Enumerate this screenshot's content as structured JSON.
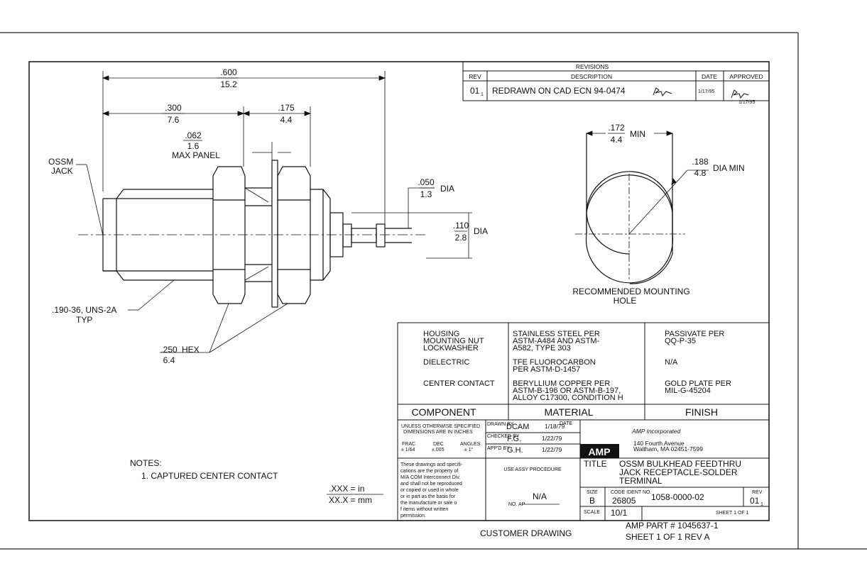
{
  "revisions": {
    "title": "REVISIONS",
    "headers": {
      "rev": "REV",
      "description": "DESCRIPTION",
      "date": "DATE",
      "approved": "APPROVED"
    },
    "row": {
      "rev": "01",
      "rev_sub": "1",
      "description": "REDRAWN ON CAD ECN 94-0474",
      "date": "1/17/95",
      "approved_date": "1/17/95"
    }
  },
  "dims": {
    "overall_in": ".600",
    "overall_mm": "15.2",
    "left_in": ".300",
    "left_mm": "7.6",
    "right_in": ".175",
    "right_mm": "4.4",
    "panel_in": ".062",
    "panel_mm": "1.6",
    "panel_label": "MAX PANEL",
    "pin_in": ".050",
    "pin_mm": "1.3",
    "pin_unit": "DIA",
    "dia_in": ".110",
    "dia_mm": "2.8",
    "dia_unit": "DIA",
    "thread_1": ".190-36, UNS-2A",
    "thread_2": "TYP",
    "hex_in": ".250",
    "hex_mm": "6.4",
    "hex_label": "HEX",
    "jack_1": "OSSM",
    "jack_2": "JACK"
  },
  "hole": {
    "width_in": ".172",
    "width_mm": "4.4",
    "width_label": "MIN",
    "dia_in": ".188",
    "dia_mm": "4.8",
    "dia_label": "DIA MIN",
    "caption_1": "RECOMMENDED MOUNTING",
    "caption_2": "HOLE"
  },
  "materials": {
    "rows": [
      {
        "component": [
          "HOUSING",
          "MOUNTING NUT",
          "LOCKWASHER"
        ],
        "material": [
          "STAINLESS STEEL PER",
          "ASTM-A484 AND ASTM-",
          "A582, TYPE 303"
        ],
        "finish": [
          "PASSIVATE PER",
          "QQ-P-35"
        ]
      },
      {
        "component": [
          "DIELECTRIC"
        ],
        "material": [
          "TFE FLUOROCARBON",
          "PER ASTM-D-1457"
        ],
        "finish": [
          "N/A"
        ]
      },
      {
        "component": [
          "CENTER CONTACT"
        ],
        "material": [
          "BERYLLIUM COPPER PER",
          "ASTM-B-196 OR ASTM-B-197,",
          "ALLOY C17300, CONDITION H"
        ],
        "finish": [
          "GOLD PLATE PER",
          "MIL-G-45204"
        ]
      }
    ],
    "headers": {
      "component": "COMPONENT",
      "material": "MATERIAL",
      "finish": "FINISH"
    }
  },
  "title_block": {
    "tolerance": [
      "UNLESS OTHERWISE SPECIFIED",
      "DIMENSIONS ARE IN INCHES"
    ],
    "tol_headers": [
      "FRAC",
      "DEC",
      "ANGLES"
    ],
    "tol_values": [
      "± 1/64",
      "±.005",
      "± 1°"
    ],
    "drawn_label": "DRAWN BY",
    "drawn_by": "DCAM",
    "drawn_date": "1/18/79",
    "date_label": "DATE",
    "checked_label": "CHECKED BY",
    "checked_by": "F.G.",
    "checked_date": "1/22/79",
    "approved_label": "APP'D BY",
    "approved_by": "G.H.",
    "approved_date": "1/22/79",
    "logo": "AMP",
    "company": "AMP Incorporated",
    "address_1": "140 Fourth Avenue",
    "address_2": "Waltham, MA 02451-7599",
    "notice": [
      "These drawings and specifi-",
      "cations are the property of",
      "M/A COM Interconnect Div.",
      "and shall not be reproduced",
      "or copied or used in whole",
      "or in part as the basis for",
      "the manufacture or sale o",
      "f items without written",
      "permission."
    ],
    "use_assy": "USE ASSY PROCEDURE",
    "no_ap_label": "NO. AP",
    "no_ap_value": "N/A",
    "title_label": "TITLE",
    "title_lines": [
      "OSSM BULKHEAD FEEDTHRU",
      "JACK RECEPTACLE-SOLDER",
      "TERMINAL"
    ],
    "size_label": "SIZE",
    "size": "B",
    "cage_label": "CODE IDENT NO.",
    "cage": "26805",
    "dwg_no": "1058-0000-02",
    "rev_label": "REV",
    "rev": "01",
    "rev_sub": "1",
    "scale_label": "SCALE",
    "scale": "10/1",
    "sheet_text": "SHEET  1  OF  1"
  },
  "notes": {
    "heading": "NOTES:",
    "items": [
      "1. CAPTURED CENTER CONTACT"
    ]
  },
  "units_legend": {
    "in": ".XXX  =  in",
    "mm": "XX.X  =  mm"
  },
  "footer": {
    "customer": "CUSTOMER DRAWING",
    "part": "AMP PART # 1045637-1",
    "sheet": "SHEET 1 OF 1  REV A"
  }
}
